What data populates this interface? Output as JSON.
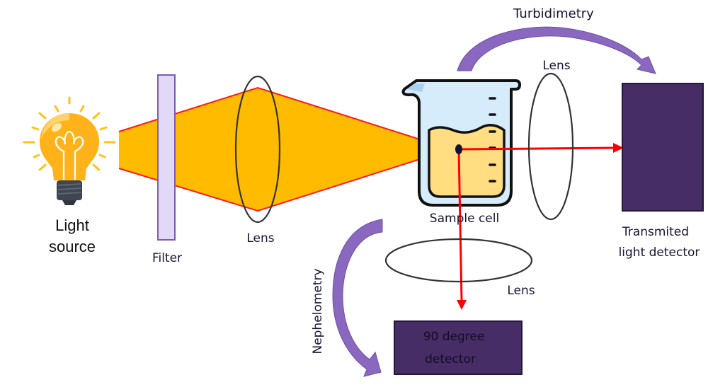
{
  "diagram": {
    "title": "Turbidimetry and Nephelometry setup",
    "colors": {
      "beam_fill": "#ffbb00",
      "beam_edge": "#ff1a1a",
      "ray": "#ff0000",
      "filter_fill": "#e2d8f7",
      "filter_edge": "#7b5cb5",
      "lens_stroke": "#333333",
      "detector_fill": "#472d66",
      "arrow_fill": "#8a68bf",
      "beaker_glass": "#d6ecfb",
      "beaker_liquid": "#ffdd80",
      "beaker_outline": "#111111"
    },
    "labels": {
      "light_source_line1": "Light",
      "light_source_line2": "source",
      "filter": "Filter",
      "lens1": "Lens",
      "lens2": "Lens",
      "lens3": "Lens",
      "sample_cell": "Sample cell",
      "turbidimetry": "Turbidimetry",
      "nephelometry": "Nephelometry",
      "transmitted_line1": "Transmited",
      "transmitted_line2": "light detector",
      "degree_line1": "90 degree",
      "degree_line2": "detector"
    },
    "icons": {
      "light_source": "lightbulb-icon",
      "sample_cell": "beaker-icon"
    }
  }
}
